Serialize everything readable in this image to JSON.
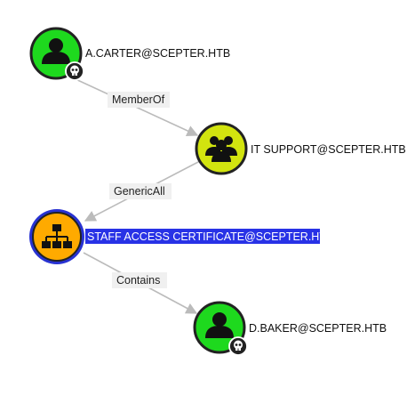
{
  "graph": {
    "nodes": [
      {
        "id": "a_carter",
        "label": "A.CARTER@SCEPTER.HTB",
        "kind": "user",
        "owned": true,
        "icon": "user-icon"
      },
      {
        "id": "it_support",
        "label": "IT SUPPORT@SCEPTER.HTB",
        "kind": "group",
        "owned": false,
        "icon": "group-icon"
      },
      {
        "id": "staff_access",
        "label": "STAFF ACCESS CERTIFICATE@SCEPTER.HTB",
        "kind": "ou",
        "owned": false,
        "selected": true,
        "icon": "org-chart-icon"
      },
      {
        "id": "d_baker",
        "label": "D.BAKER@SCEPTER.HTB",
        "kind": "user",
        "owned": true,
        "icon": "user-icon"
      }
    ],
    "edges": [
      {
        "from": "a_carter",
        "to": "it_support",
        "label": "MemberOf"
      },
      {
        "from": "it_support",
        "to": "staff_access",
        "label": "GenericAll"
      },
      {
        "from": "staff_access",
        "to": "d_baker",
        "label": "Contains"
      }
    ]
  },
  "colors": {
    "user": "#1ed91e",
    "group": "#d2e40f",
    "ou": "#ffaa00",
    "node_outline": "#222222",
    "selected_ring": "#2832d2",
    "selected_label_bg": "#2832e6",
    "edge": "#bbbbbb",
    "owned_badge": "#222222"
  }
}
